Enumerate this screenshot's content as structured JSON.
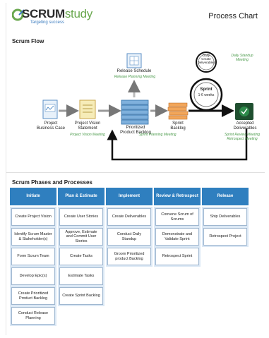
{
  "header": {
    "logo_main": "SCRUM",
    "logo_study": "study",
    "logo_tagline": "Targeting success",
    "title": "Process Chart"
  },
  "flow": {
    "section_title": "Scrum Flow",
    "nodes": {
      "business_case": "Project\nBusiness Case",
      "vision_statement": "Project Vision\nStatement",
      "product_backlog": "Prioritized\nProduct Backlog",
      "sprint_backlog": "Sprint\nBacklog",
      "accepted": "Accepted\nDeliverables",
      "release_schedule": "Release Schedule",
      "daily": "Daily\nCreate\nDeliverables",
      "sprint": "Sprint",
      "sprint_weeks": "1-6 weeks"
    },
    "meetings": {
      "release_planning": "Release Planning Meeting",
      "project_vision": "Project Vision Meeting",
      "sprint_planning": "Sprint Planning Meeting",
      "daily_standup": "Daily Standup\nMeeting",
      "sprint_review": "Sprint Review Meeting\nRetrospect Meeting"
    }
  },
  "phases": {
    "section_title": "Scrum Phases and Processes",
    "columns": [
      {
        "header": "Initiate",
        "items": [
          "Create Project Vision",
          "Identify Scrum Master & Stakeholder(s)",
          "Form Scrum Team",
          "Develop Epic(s)",
          "Create Prioritized Product Backlog",
          "Conduct Release Planning"
        ]
      },
      {
        "header": "Plan & Estimate",
        "items": [
          "Create User Stories",
          "Approve, Estimate and Commit User Stories",
          "Create Tasks",
          "Estimate Tasks",
          "Create Sprint Backlog"
        ]
      },
      {
        "header": "Implement",
        "items": [
          "Create Deliverables",
          "Conduct Daily Standup",
          "Groom Prioritized product Backlog"
        ]
      },
      {
        "header": "Review & Retrospect",
        "items": [
          "Convene Scrum of Scrums",
          "Demonstrate and Validate Sprint",
          "Retrospect Sprint"
        ]
      },
      {
        "header": "Release",
        "items": [
          "Ship Deliverables",
          "Retrospect Project"
        ]
      }
    ]
  },
  "colors": {
    "header_blue": "#2f7fbf",
    "cell_bg": "#dbe8f5",
    "meeting_green": "#4a9a4a"
  }
}
